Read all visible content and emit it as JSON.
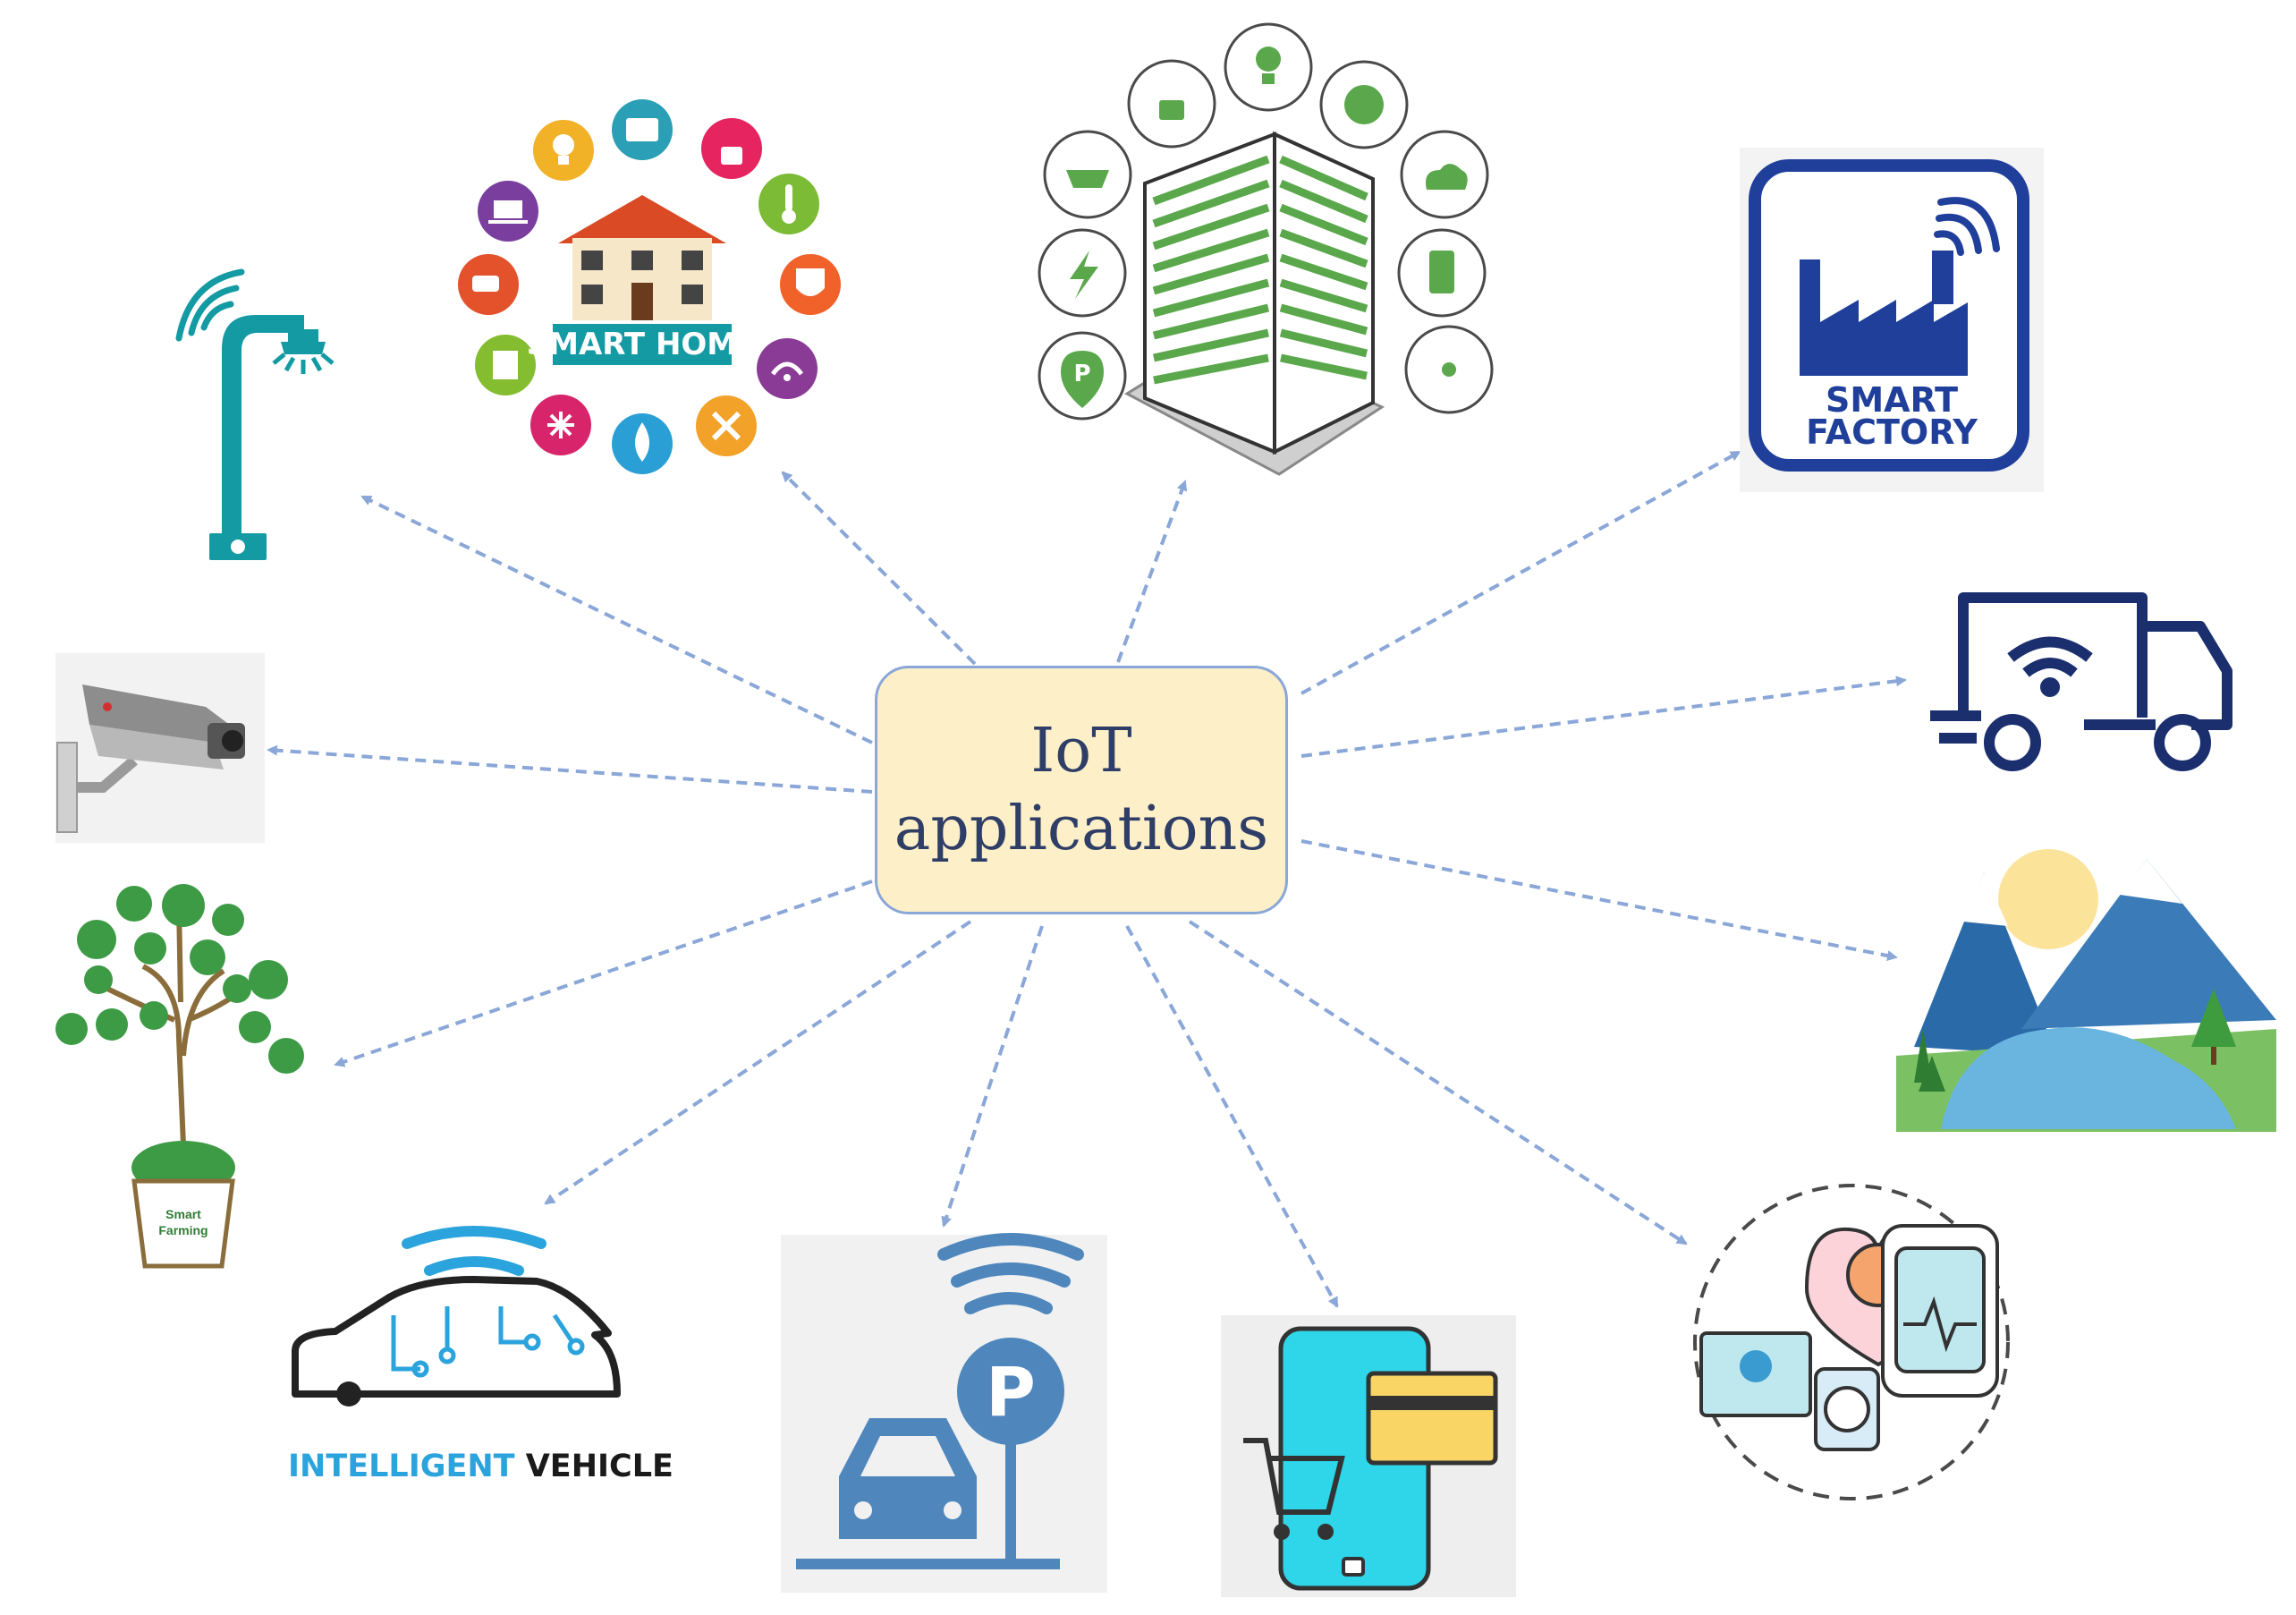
{
  "center": {
    "line1": "IoT",
    "line2": "applications"
  },
  "applications": [
    {
      "icon": "smart-streetlight-icon"
    },
    {
      "icon": "smart-home-icon",
      "label": "SMART HOME"
    },
    {
      "icon": "smart-building-icon"
    },
    {
      "icon": "smart-factory-icon",
      "label_line1": "SMART",
      "label_line2": "FACTORY"
    },
    {
      "icon": "connected-truck-icon"
    },
    {
      "icon": "environment-landscape-icon"
    },
    {
      "icon": "smart-healthcare-icon"
    },
    {
      "icon": "mobile-shopping-icon"
    },
    {
      "icon": "smart-parking-icon"
    },
    {
      "icon": "intelligent-vehicle-icon",
      "label_part1": "INTELLIGENT",
      "label_part2": " VEHICLE"
    },
    {
      "icon": "smart-farming-icon",
      "label_line1": "Smart",
      "label_line2": "Farming"
    },
    {
      "icon": "security-camera-icon"
    }
  ],
  "colors": {
    "arrow": "#8aa7d8",
    "box_fill": "#fdf0c9",
    "box_border": "#8aa7d8",
    "text": "#2f3e66",
    "factory_blue": "#1f3f9a",
    "truck_navy": "#1b2f6e",
    "teal": "#139aa3",
    "parking_blue": "#4f87bd",
    "building_green": "#5aa84b"
  }
}
